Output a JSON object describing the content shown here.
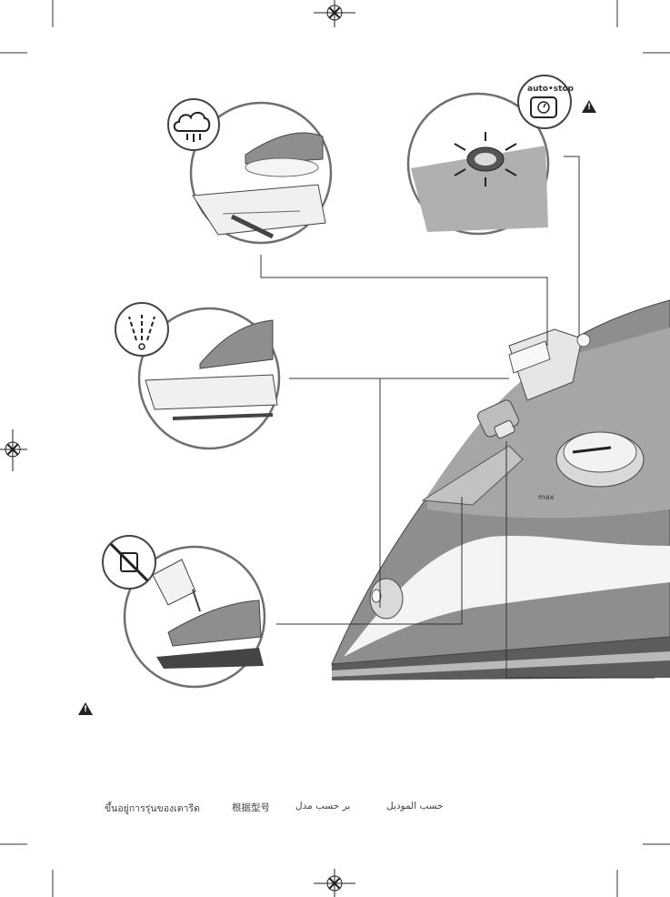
{
  "labels": {
    "auto_stop": "auto•stop",
    "max": "max",
    "warning_mark": "!"
  },
  "captions": {
    "thai": "ขึ้นอยู่การรุ่นของเตารีด",
    "chinese": "根据型号",
    "persian": "بر حسب مدل",
    "arabic": "حسب الموديل"
  },
  "icons": {
    "steam_burst": "steam-cloud-icon",
    "spray": "spray-icon",
    "auto_stop": "auto-stop-clock-icon",
    "unplug": "no-plug-icon",
    "registration": "registration-crosshair-icon",
    "warning": "warning-triangle-icon"
  },
  "colors": {
    "iron_body": "#8e8e8e",
    "iron_dark": "#6f6f6f",
    "iron_light": "#c8c8c8",
    "line": "#3a3a3a"
  }
}
